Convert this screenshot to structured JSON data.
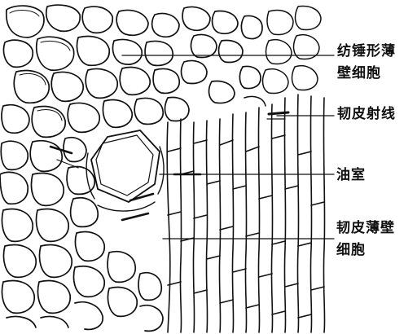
{
  "labels": [
    {
      "lines": [
        "纺锤形薄",
        "壁细胞"
      ]
    },
    {
      "lines": [
        "韧皮射线"
      ]
    },
    {
      "lines": [
        "油室"
      ]
    },
    {
      "lines": [
        "韧皮薄壁",
        "细胞"
      ]
    }
  ],
  "colors": {
    "ink": "#111111",
    "background": "#ffffff"
  }
}
